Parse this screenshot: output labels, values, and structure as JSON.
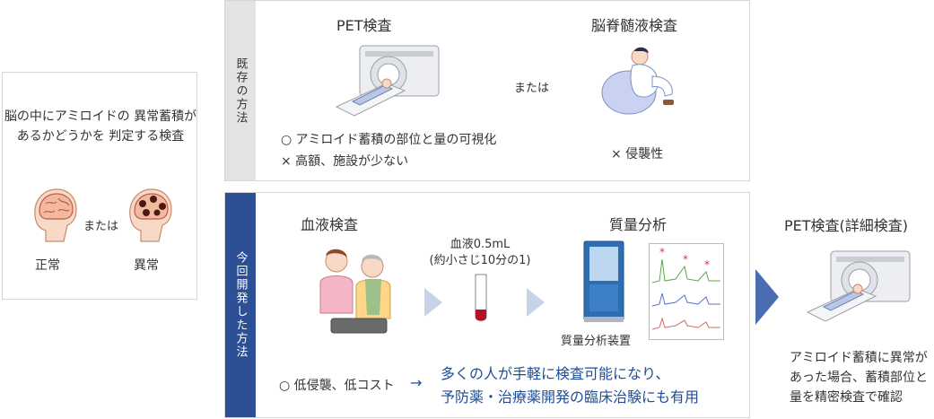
{
  "left": {
    "description": "脳の中にアミロイドの 異常蓄積があるかどうかを 判定する検査",
    "or_text": "または",
    "normal_label": "正常",
    "abnormal_label": "異常"
  },
  "existing": {
    "tab_label": "既存の方法",
    "pet_title": "PET検査",
    "csf_title": "脳脊髄液検査",
    "or_text": "または",
    "merit": "○ アミロイド蓄積の部位と量の可視化",
    "demerit": "× 高額、施設が少ない",
    "csf_demerit": "× 侵襲性"
  },
  "new_method": {
    "tab_label": "今回開発した方法",
    "blood_title": "血液検査",
    "sample_line1": "血液0.5mL",
    "sample_line2": "(約小さじ10分の1)",
    "ms_title": "質量分析",
    "ms_device_label": "質量分析装置",
    "merit": "○ 低侵襲、低コスト",
    "arrow_text": "→",
    "benefit_line1": "多くの人が手軽に検査可能になり、",
    "benefit_line2": "予防薬・治療薬開発の臨床治験にも有用"
  },
  "detail": {
    "title": "PET検査(詳細検査)",
    "desc_line1": "アミロイド蓄積に異常が",
    "desc_line2": "あった場合、蓄積部位と",
    "desc_line3": "量を精密検査で確認"
  },
  "colors": {
    "accent_blue": "#2c4f95",
    "text_blue": "#1f4e97",
    "tab_gray": "#e3e3e3",
    "brain_pink": "#f2b9a0",
    "blood_red": "#b1122a",
    "spectrum_green": "#5aa84a",
    "spectrum_blue": "#5a6fc8",
    "spectrum_red": "#d46a6a"
  }
}
